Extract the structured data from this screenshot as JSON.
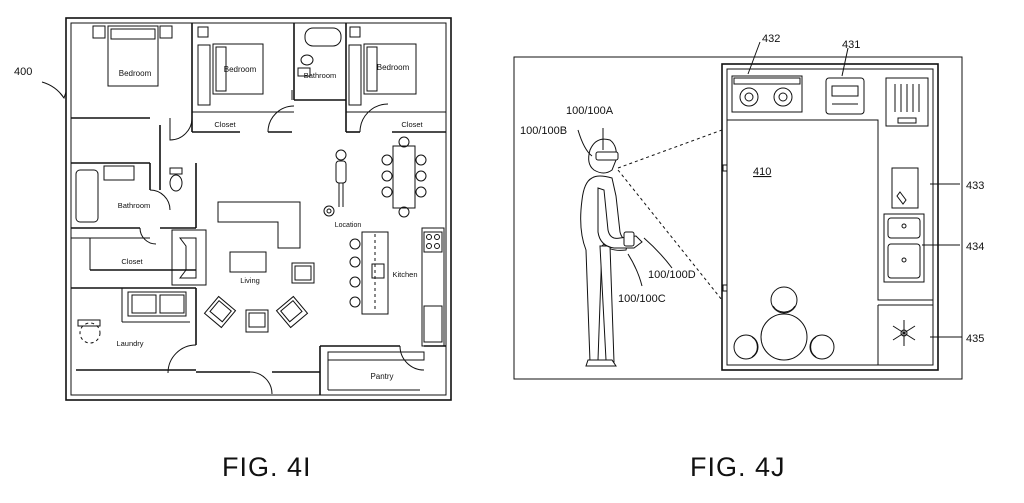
{
  "fig4i": {
    "caption": "FIG. 4I",
    "ref": "400",
    "rooms": {
      "bedroom1": "Bedroom",
      "bedroom2": "Bedroom",
      "bedroom3": "Bedroom",
      "bathroom_top": "Bathroom",
      "bathroom_left": "Bathroom",
      "closet_left": "Closet",
      "closet_mid": "Closet",
      "closet_right": "Closet",
      "living": "Living",
      "kitchen": "Kitchen",
      "laundry": "Laundry",
      "pantry": "Pantry",
      "location": "Location"
    }
  },
  "fig4j": {
    "caption": "FIG. 4J",
    "labels": {
      "room": "410",
      "stove": "432",
      "appliance": "431",
      "cutting_board": "433",
      "sink": "434",
      "fridge": "435",
      "hmd": "100/100A",
      "user": "100/100B",
      "wrist": "100/100D",
      "hand": "100/100C"
    }
  }
}
